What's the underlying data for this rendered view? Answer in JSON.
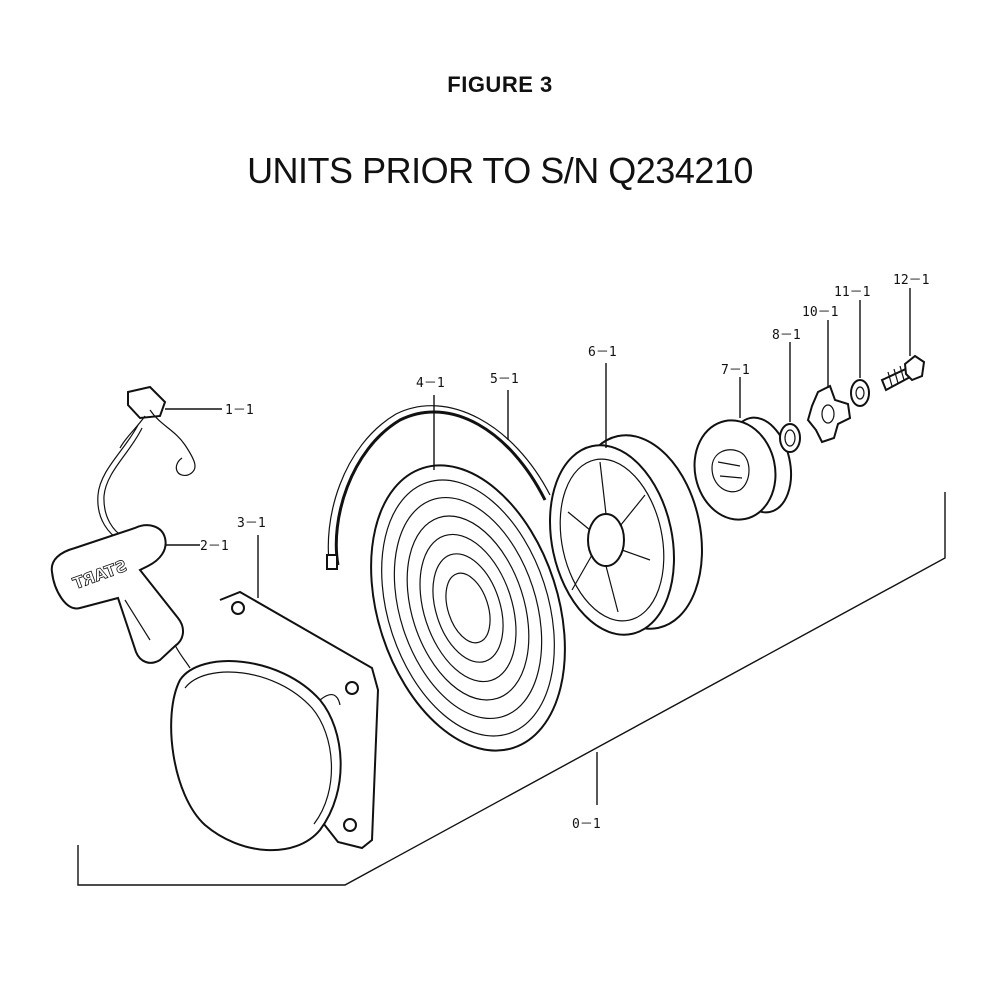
{
  "header": {
    "figure_title": "FIGURE 3",
    "subtitle": "UNITS PRIOR TO S/N Q234210"
  },
  "callouts": {
    "c0": "0－1",
    "c1": "1－1",
    "c2": "2－1",
    "c3": "3－1",
    "c4": "4－1",
    "c5": "5－1",
    "c6": "6－1",
    "c7": "7－1",
    "c8": "8－1",
    "c10": "10－1",
    "c11": "11－1",
    "c12": "12－1"
  },
  "handle_text": "START"
}
